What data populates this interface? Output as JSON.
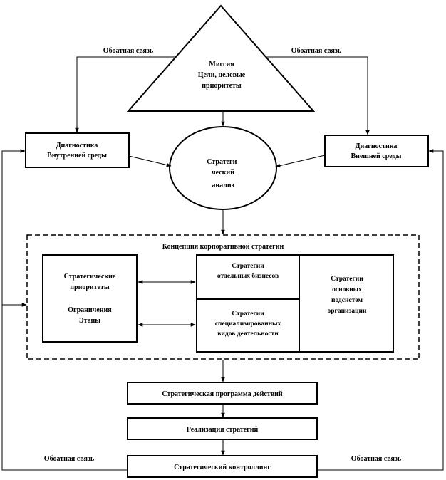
{
  "mission": {
    "line1": "Миссия",
    "line2": "Цели, целевые",
    "line3": "приоритеты"
  },
  "feedback": {
    "top_left": "Обоатная связь",
    "top_right": "Обоатная связь",
    "bottom_left": "Обоатная связь",
    "bottom_right": "Обоатная связь"
  },
  "internal_diagnostics": {
    "line1": "Диагностика",
    "line2": "Внутренней среды"
  },
  "external_diagnostics": {
    "line1": "Диагностика",
    "line2": "Внешней среды"
  },
  "strategic_analysis": {
    "line1": "Стратеги-",
    "line2": "ческий",
    "line3": "анализ"
  },
  "concept": {
    "title": "Концепция корпоративной стратегии",
    "priorities": {
      "line1": "Стратегические",
      "line2": "приоритеты",
      "line3": "Ограничения",
      "line4": "Этапы"
    },
    "business_strategies": {
      "line1": "Стратегии",
      "line2": "отдельных бизнесов"
    },
    "specialized_strategies": {
      "line1": "Стратегии",
      "line2": "специализированных",
      "line3": "видов деятельности"
    },
    "subsystem_strategies": {
      "line1": "Стратегии",
      "line2": "основных",
      "line3": "подсистем",
      "line4": "организации"
    }
  },
  "action_program": "Стратегическая программа действий",
  "implementation": "Реализация стратегий",
  "controlling": "Стратегический контроллинг"
}
